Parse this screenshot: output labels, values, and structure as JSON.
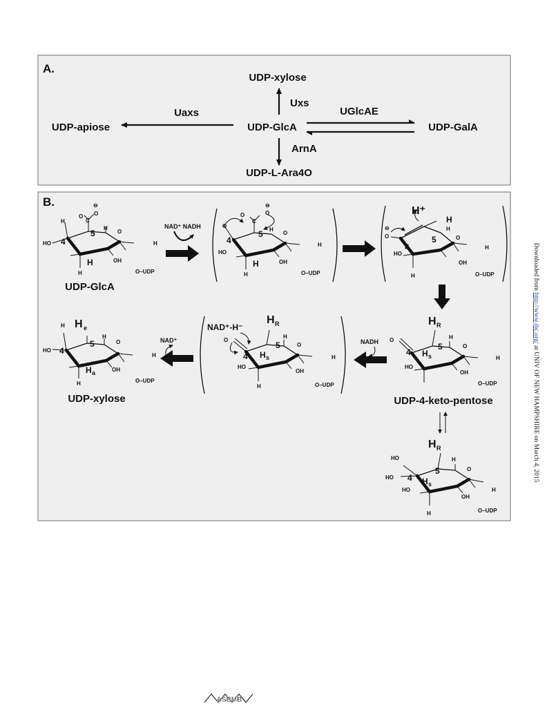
{
  "panel_a": {
    "label": "A.",
    "nodes": {
      "xylose": "UDP-xylose",
      "glca": "UDP-GlcA",
      "apiose": "UDP-apiose",
      "gala": "UDP-GalA",
      "ara4o": "UDP-L-Ara4O"
    },
    "enzymes": {
      "uxs": "Uxs",
      "uaxs": "Uaxs",
      "uglcae": "UGlcAE",
      "arna": "ArnA"
    }
  },
  "panel_b": {
    "label": "B.",
    "names": {
      "glca": "UDP-GlcA",
      "keto": "UDP-4-keto-pentose",
      "xylose": "UDP-xylose"
    },
    "cofactors": {
      "nad_nadh": "NAD⁺ NADH",
      "nadh": "NADH",
      "nad_h": "NAD⁺-H⁻",
      "nad": "NAD⁺"
    },
    "atoms": {
      "h": "H",
      "o": "O",
      "c": "C",
      "ho": "HO",
      "oh": "OH",
      "oudp": "O–UDP",
      "c4": "4",
      "c5": "5",
      "neg": "⊖",
      "hplus": "H⁺",
      "hr_main": "H",
      "hr_sub": "R",
      "hs_main": "H",
      "hs_sub": "s",
      "he_main": "H",
      "he_sub": "e",
      "ha_main": "H",
      "ha_sub": "a"
    }
  },
  "sidebar": {
    "prefix": "Downloaded from ",
    "link": "http://www.jbc.org/",
    "suffix": " at UNIV OF NEW HAMPSHIRE on March 4, 2015"
  },
  "footer_logo": "ASBMB"
}
